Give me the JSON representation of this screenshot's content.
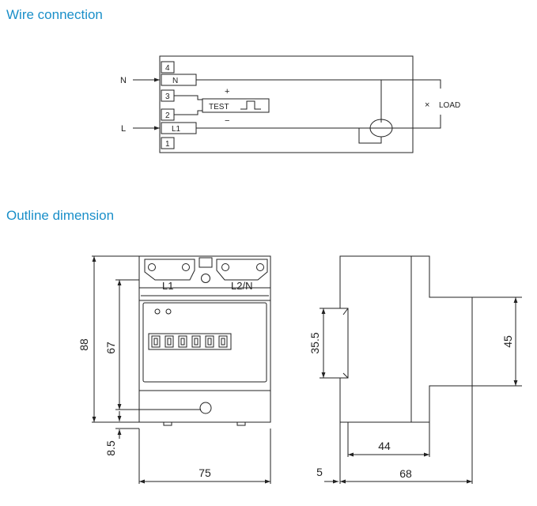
{
  "headings": {
    "wire_connection": "Wire connection",
    "outline_dimension": "Outline dimension"
  },
  "wiring": {
    "input_n": "N",
    "input_l": "L",
    "terminals": [
      "4",
      "N",
      "3",
      "2",
      "L1",
      "1"
    ],
    "plus": "+",
    "minus": "−",
    "test": "TEST",
    "load": "LOAD",
    "load_symbol": "×"
  },
  "outline": {
    "terminal_l1": "L1",
    "terminal_l2n": "L2/N",
    "front_dims": {
      "height_total": "88",
      "height_inner": "67",
      "bottom": "8.5",
      "width": "75"
    },
    "side_dims": {
      "upper": "35.5",
      "right": "45",
      "depth_front": "44",
      "offset": "5",
      "depth_total": "68"
    }
  }
}
